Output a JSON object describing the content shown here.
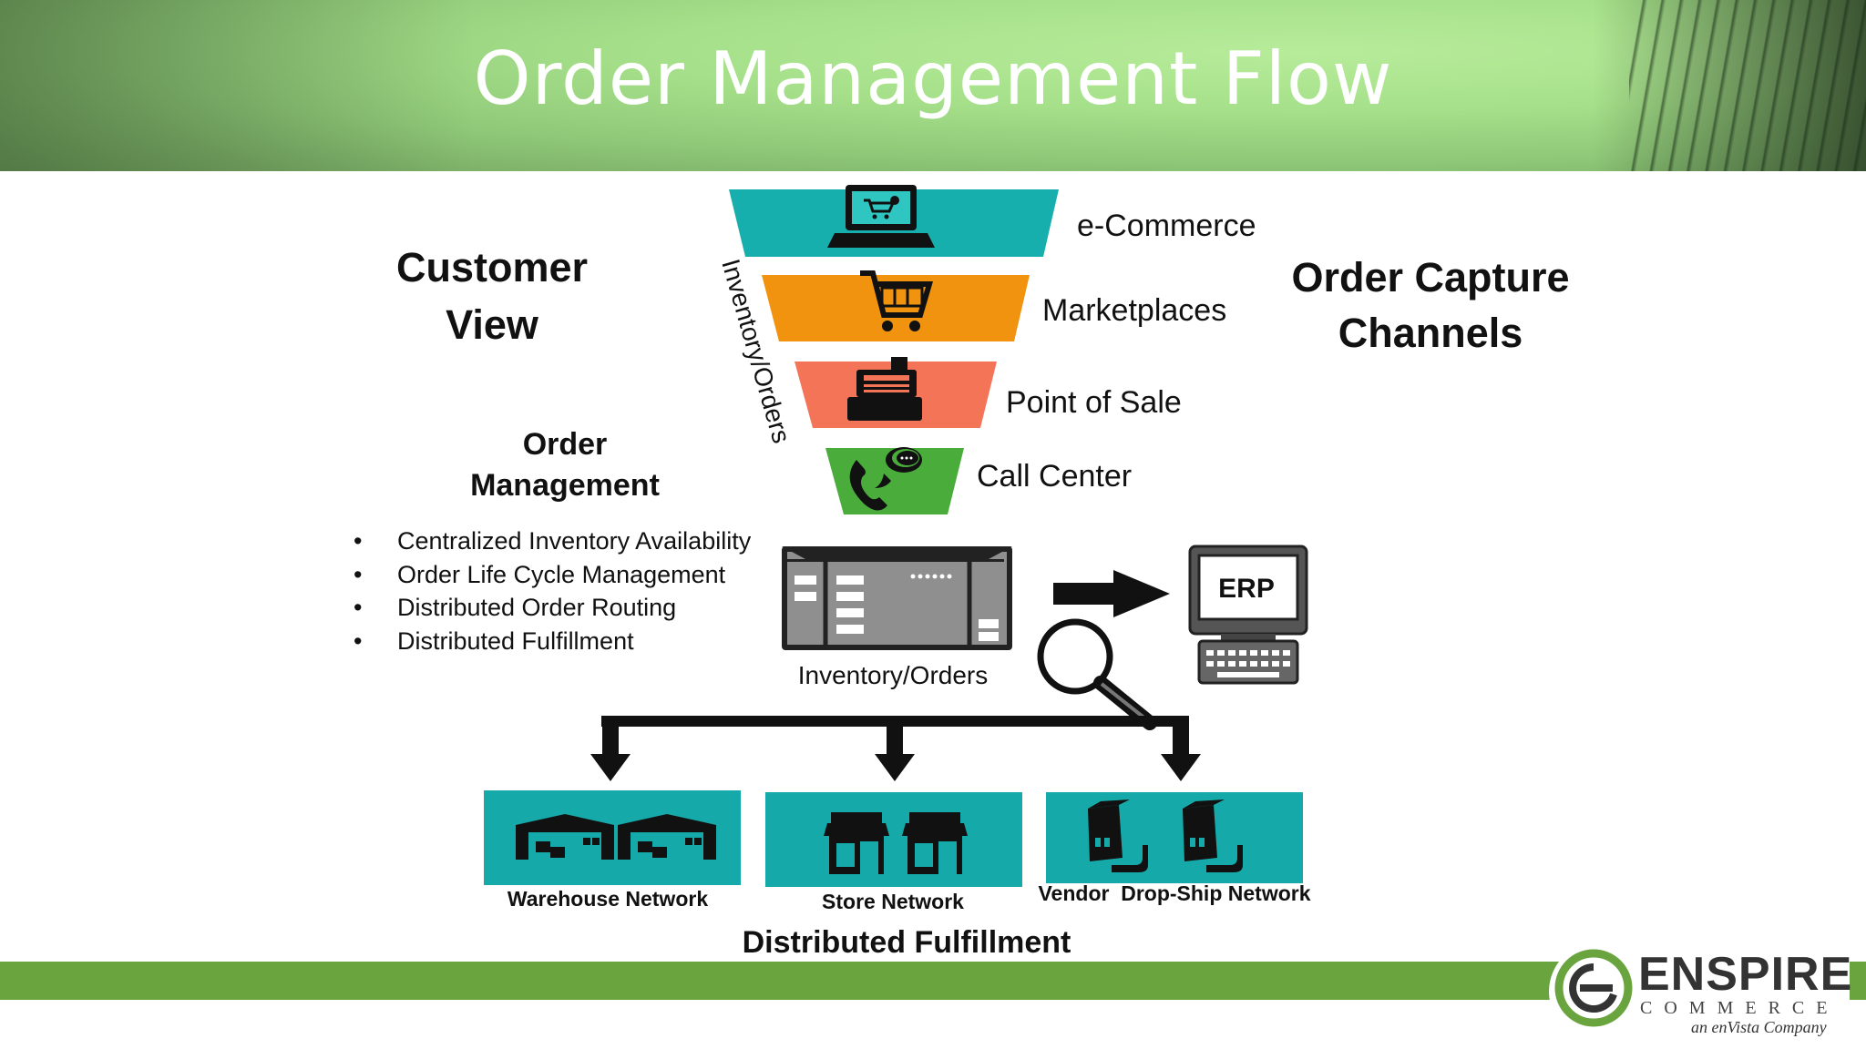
{
  "slide": {
    "title": "Order Management Flow",
    "customer_view": "Customer View",
    "order_capture": "Order Capture Channels",
    "order_management": "Order Management",
    "funnel_side_label": "Inventory/Orders",
    "channels": [
      {
        "label": "e-Commerce",
        "color": "#17afad",
        "icon": "laptop-cart-icon"
      },
      {
        "label": "Marketplaces",
        "color": "#f2930f",
        "icon": "shopping-cart-icon"
      },
      {
        "label": "Point of Sale",
        "color": "#f47458",
        "icon": "cash-register-icon"
      },
      {
        "label": "Call Center",
        "color": "#4aad3b",
        "icon": "phone-chat-icon"
      }
    ],
    "capabilities": [
      "Centralized Inventory Availability",
      "Order Life Cycle Management",
      "Distributed Order Routing",
      "Distributed Fulfillment"
    ],
    "server_label": "Inventory/Orders",
    "erp_label": "ERP",
    "networks": [
      {
        "label": "Warehouse Network",
        "icon": "warehouse-icon"
      },
      {
        "label": "Store Network",
        "icon": "store-icon"
      },
      {
        "label": "Vendor  Drop-Ship Network",
        "icon": "package-hand-icon"
      }
    ],
    "distributed_fulfillment": "Distributed Fulfillment",
    "network_color": "#15aaa9"
  },
  "logo": {
    "name": "ENSPIRE",
    "sub": "COMMERCE",
    "tagline": "an enVista Company",
    "color": "#6aa43f"
  }
}
